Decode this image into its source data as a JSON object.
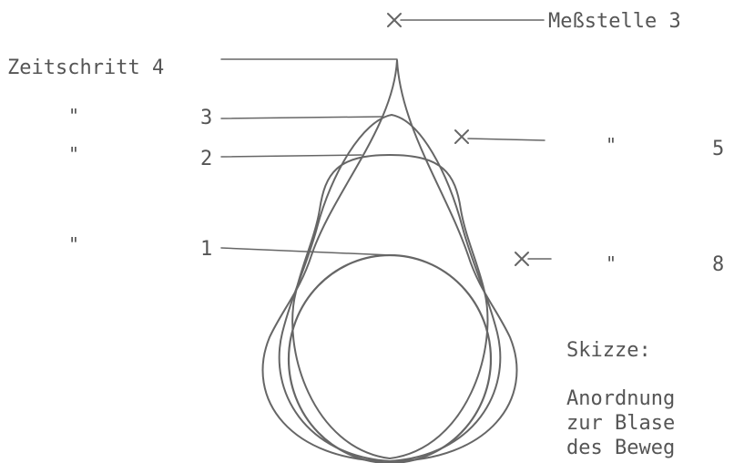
{
  "labels": {
    "measuring_point": "Meßstelle 3",
    "time_step_title": "Zeitschritt 4",
    "time_step_3": "3",
    "time_step_2": "2",
    "time_step_1": "1",
    "ditto": "\"",
    "measuring_5": "5",
    "measuring_8": "8"
  },
  "caption": {
    "title": "Skizze:",
    "line1": "Anordnung",
    "line2": "zur Blase",
    "line3": "des Beweg"
  },
  "colors": {
    "ink": "#666666",
    "text": "#555555",
    "background": "#ffffff"
  }
}
